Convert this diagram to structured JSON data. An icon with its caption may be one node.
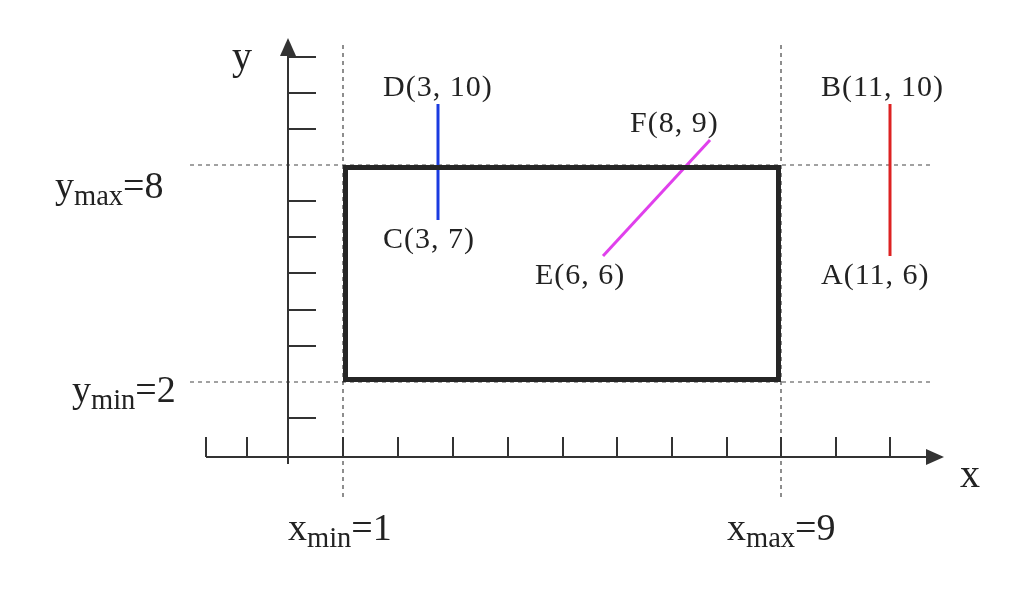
{
  "diagram": {
    "nodes": [
      {
        "text": [],
        "shape": "box"
      },
      {
        "text": [
          "D(3, 10)"
        ]
      },
      {
        "text": [
          "C(3, 7)"
        ],
        "in": 0
      },
      {
        "text": [
          "F(8, 9)"
        ]
      },
      {
        "text": [
          "E(6, 6)"
        ],
        "in": 0
      },
      {
        "text": [
          "B(11, 10)"
        ]
      },
      {
        "text": [
          "A(11, 6)"
        ]
      }
    ],
    "edges": [
      {
        "from": 2,
        "to": 1,
        "arrow": "none",
        "color": "#1a3be0"
      },
      {
        "from": 4,
        "to": 3,
        "arrow": "none",
        "color": "#e040ec"
      },
      {
        "from": 6,
        "to": 5,
        "arrow": "none",
        "color": "#dd2222"
      }
    ],
    "labels": [
      "y",
      "y$_{max}$=8",
      "y$_{min}$=2",
      "x",
      "x$_{min}$=1",
      "x$_{max}$=9"
    ]
  }
}
